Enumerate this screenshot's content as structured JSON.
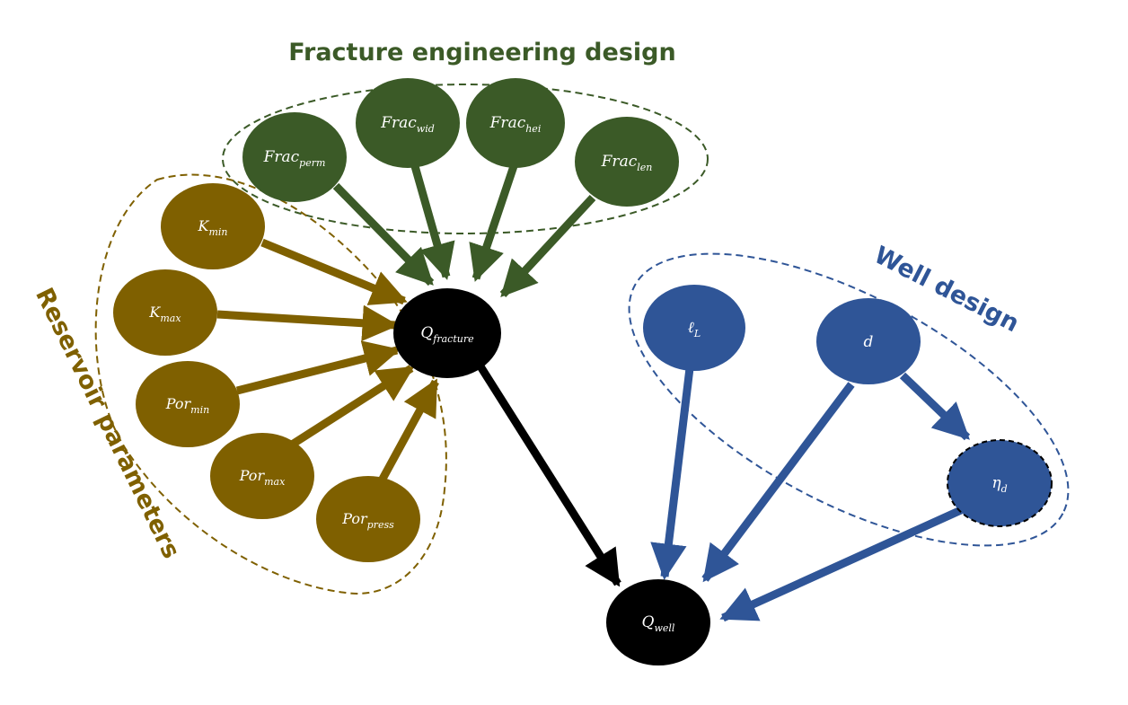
{
  "groups": {
    "fracture": {
      "title": "Fracture engineering design",
      "color": "#3b5a27"
    },
    "reservoir": {
      "title": "Reservoir parameters",
      "color": "#7f6000"
    },
    "well": {
      "title": "Well design",
      "color": "#2f5597"
    }
  },
  "nodes": {
    "frac_perm": {
      "base": "Frac",
      "sub": "perm"
    },
    "frac_wid": {
      "base": "Frac",
      "sub": "wid"
    },
    "frac_hei": {
      "base": "Frac",
      "sub": "hei"
    },
    "frac_len": {
      "base": "Frac",
      "sub": "len"
    },
    "k_min": {
      "base": "K",
      "sub": "min"
    },
    "k_max": {
      "base": "K",
      "sub": "max"
    },
    "por_min": {
      "base": "Por",
      "sub": "min"
    },
    "por_max": {
      "base": "Por",
      "sub": "max"
    },
    "por_press": {
      "base": "Por",
      "sub": "press"
    },
    "q_fracture": {
      "base": "Q",
      "sub": "fracture"
    },
    "q_well": {
      "base": "Q",
      "sub": "well"
    },
    "l_L": {
      "base": "ℓ",
      "sub": "L"
    },
    "d": {
      "base": "d",
      "sub": ""
    },
    "eta_d": {
      "base": "η",
      "sub": "d"
    }
  },
  "colors": {
    "node_black": "#000000",
    "arrow_black": "#000000"
  }
}
